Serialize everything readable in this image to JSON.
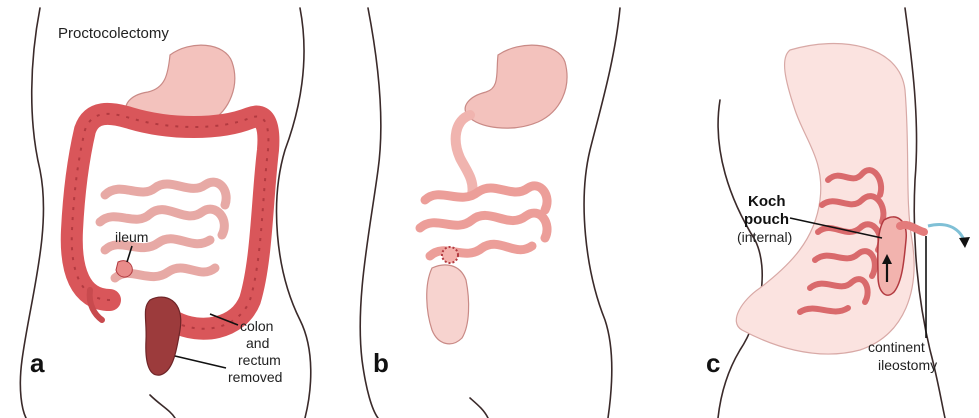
{
  "title": "Proctocolectomy",
  "panels": {
    "a": {
      "letter": "a",
      "ileum_label": "ileum",
      "colon_label_lines": [
        "colon",
        "and",
        "rectum",
        "removed"
      ]
    },
    "b": {
      "letter": "b"
    },
    "c": {
      "letter": "c",
      "koch_label_lines": [
        "Koch",
        "pouch"
      ],
      "koch_sub_label": "(internal)",
      "ileostomy_label_lines": [
        "continent",
        "ileostomy"
      ]
    }
  },
  "colors": {
    "colon": "#d9565a",
    "colon_dark": "#b23a40",
    "stomach": "#f3c2bd",
    "intestine": "#f6cfcc",
    "rectum": "#9c3b3c",
    "stoma_arrow": "#7fc0d6"
  }
}
